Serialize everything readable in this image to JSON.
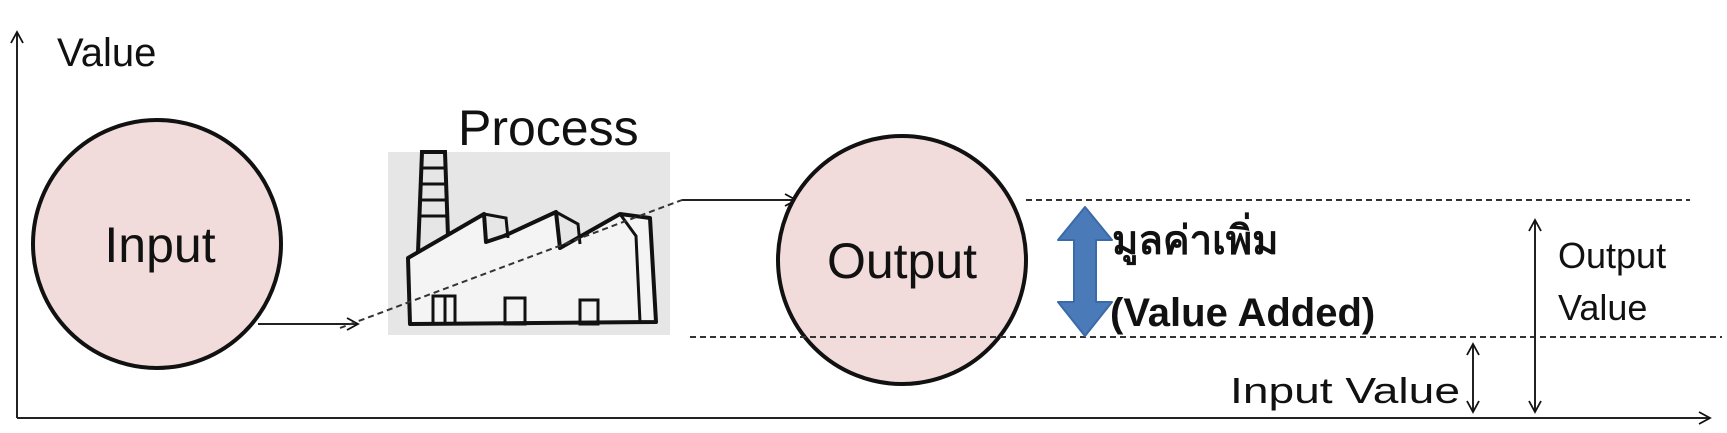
{
  "diagram": {
    "y_axis_label": "Value",
    "input": {
      "label": "Input",
      "fill": "#f2dcdb"
    },
    "process": {
      "label": "Process",
      "icon": "factory-icon"
    },
    "output": {
      "label": "Output",
      "fill": "#f2dcdb"
    },
    "value_added": {
      "thai_label": "มูลค่าเพิ่ม",
      "english_label": "(Value Added)",
      "arrow_color": "#4a7ab8"
    },
    "output_value_line1": "Output",
    "output_value_line2": "Value",
    "input_value_label": "Input Value"
  }
}
